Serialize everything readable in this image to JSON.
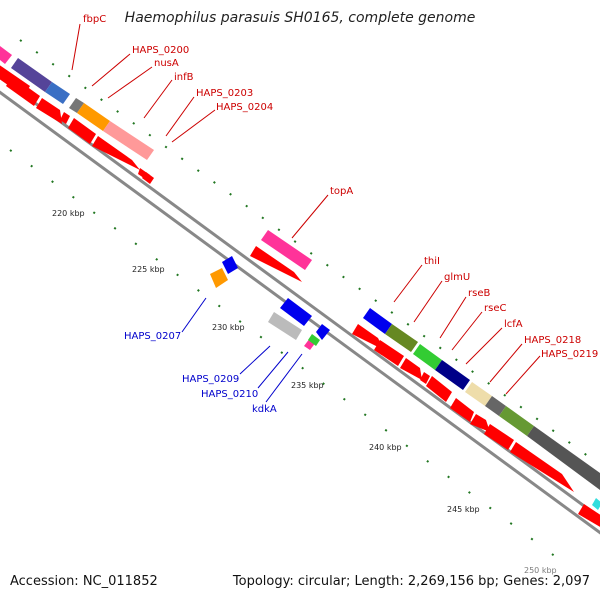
{
  "title": "Haemophilus parasuis SH0165, complete genome",
  "footer": {
    "accession": "Accession: NC_011852",
    "summary": "Topology: circular; Length: 2,269,156 bp; Genes: 2,097"
  },
  "colors": {
    "forward_label": "#cc0000",
    "reverse_label": "#0000cc",
    "cds_arrow": "#ff0000",
    "backbone": "#888888",
    "tick_mark": "#227722"
  },
  "ticks": [
    {
      "label": "220 kbp",
      "kbp": 220
    },
    {
      "label": "225 kbp",
      "kbp": 225
    },
    {
      "label": "230 kbp",
      "kbp": 230
    },
    {
      "label": "235 kbp",
      "kbp": 235
    },
    {
      "label": "240 kbp",
      "kbp": 240
    },
    {
      "label": "245 kbp",
      "kbp": 245
    },
    {
      "label": "250 kbp",
      "kbp": 250
    }
  ],
  "forward_genes": [
    {
      "name": "fbpC",
      "color": "#3a6fc4"
    },
    {
      "name": "HAPS_0200",
      "color": "#777777"
    },
    {
      "name": "nusA",
      "color": "#ff9900"
    },
    {
      "name": "infB",
      "color": "#ff8888"
    },
    {
      "name": "HAPS_0203",
      "color": "#ff0000"
    },
    {
      "name": "HAPS_0204",
      "color": "#ff0000"
    },
    {
      "name": "topA",
      "color": "#ff3399"
    },
    {
      "name": "thiI",
      "color": "#0000ee"
    },
    {
      "name": "glmU",
      "color": "#668822"
    },
    {
      "name": "rseB",
      "color": "#33cc33"
    },
    {
      "name": "rseC",
      "color": "#000088"
    },
    {
      "name": "lcfA",
      "color": "#eeddaa"
    },
    {
      "name": "HAPS_0218",
      "color": "#666666"
    },
    {
      "name": "HAPS_0219",
      "color": "#669933"
    }
  ],
  "reverse_genes": [
    {
      "name": "HAPS_0207",
      "color": "#ff9900"
    },
    {
      "name": "HAPS_0209",
      "color": "#bbbbbb"
    },
    {
      "name": "HAPS_0210",
      "color": "#0000ee"
    },
    {
      "name": "kdkA",
      "color": "#33cc33"
    }
  ]
}
